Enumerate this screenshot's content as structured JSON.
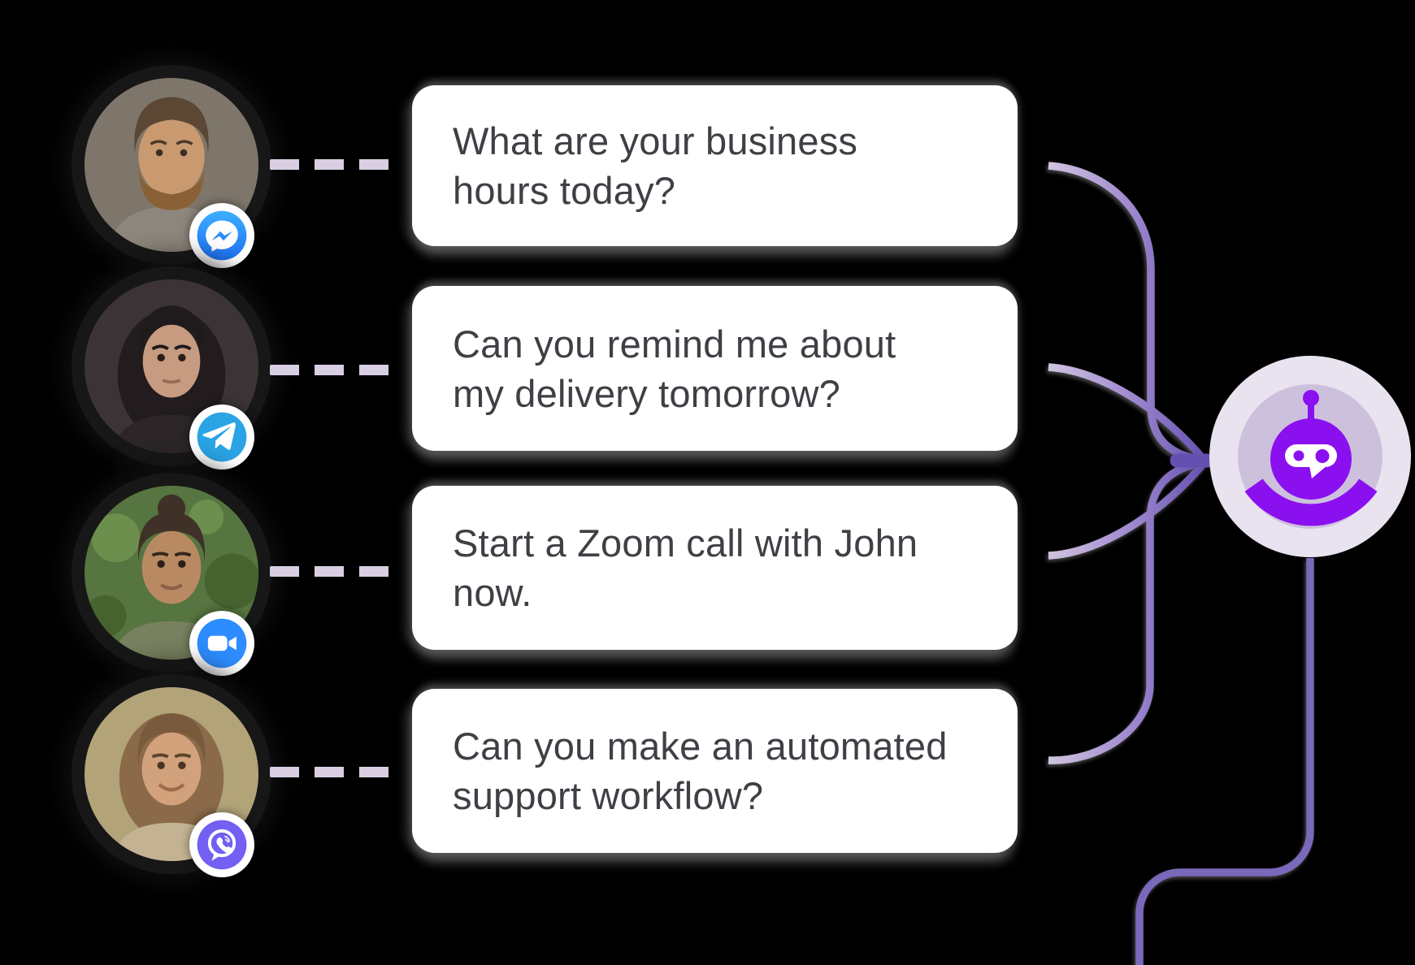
{
  "illustration": {
    "title": "Omnichannel chatbot illustration",
    "description": "Four users send messages from different chat apps; all conversations flow into one AI chatbot",
    "background_color": "#000000"
  },
  "messages": [
    {
      "platform": "Messenger",
      "avatar": "man with brown curly hair and beard",
      "lines": [
        "What are your business",
        "hours today?"
      ]
    },
    {
      "platform": "Telegram",
      "avatar": "woman with dark wavy hair",
      "lines": [
        "Can you remind me about",
        "my delivery tomorrow?"
      ]
    },
    {
      "platform": "Zoom",
      "avatar": "woman with hair tied up, green background",
      "lines": [
        "Start a Zoom call with John",
        "now."
      ]
    },
    {
      "platform": "Viber",
      "avatar": "woman with brown hair, tan background",
      "lines": [
        "Can you make an automated",
        "support workflow?"
      ]
    }
  ],
  "bot": {
    "name": "AI chatbot"
  },
  "colors": {
    "bubble_bg": "#FFFFFF",
    "bubble_text": "#3E4045",
    "bubble_shadow": "#4A4A4A",
    "dash": "#D8CFE2",
    "connector_light": "#D9D0E3",
    "connector_dark": "#6450B0",
    "trunk": "#7A68BB",
    "bot_outer_ring": "#E9E3F0",
    "bot_inner_ring": "#CDC0DD",
    "bot_purple": "#8B10F0",
    "messenger_blue": "#1E7CF5",
    "telegram_blue": "#2AA4E4",
    "zoom_blue": "#2D8CFF",
    "viber_purple": "#7360F2"
  }
}
